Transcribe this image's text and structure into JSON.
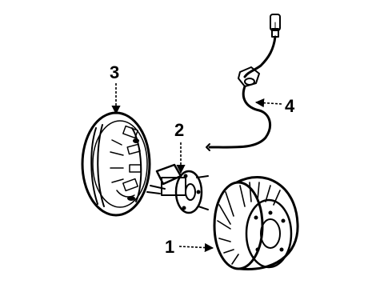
{
  "diagram": {
    "callouts": [
      {
        "number": "1",
        "part": "brake-drum"
      },
      {
        "number": "2",
        "part": "hub-and-bearing"
      },
      {
        "number": "3",
        "part": "backing-plate-and-shoes"
      },
      {
        "number": "4",
        "part": "abs-wheel-speed-sensor"
      }
    ]
  }
}
